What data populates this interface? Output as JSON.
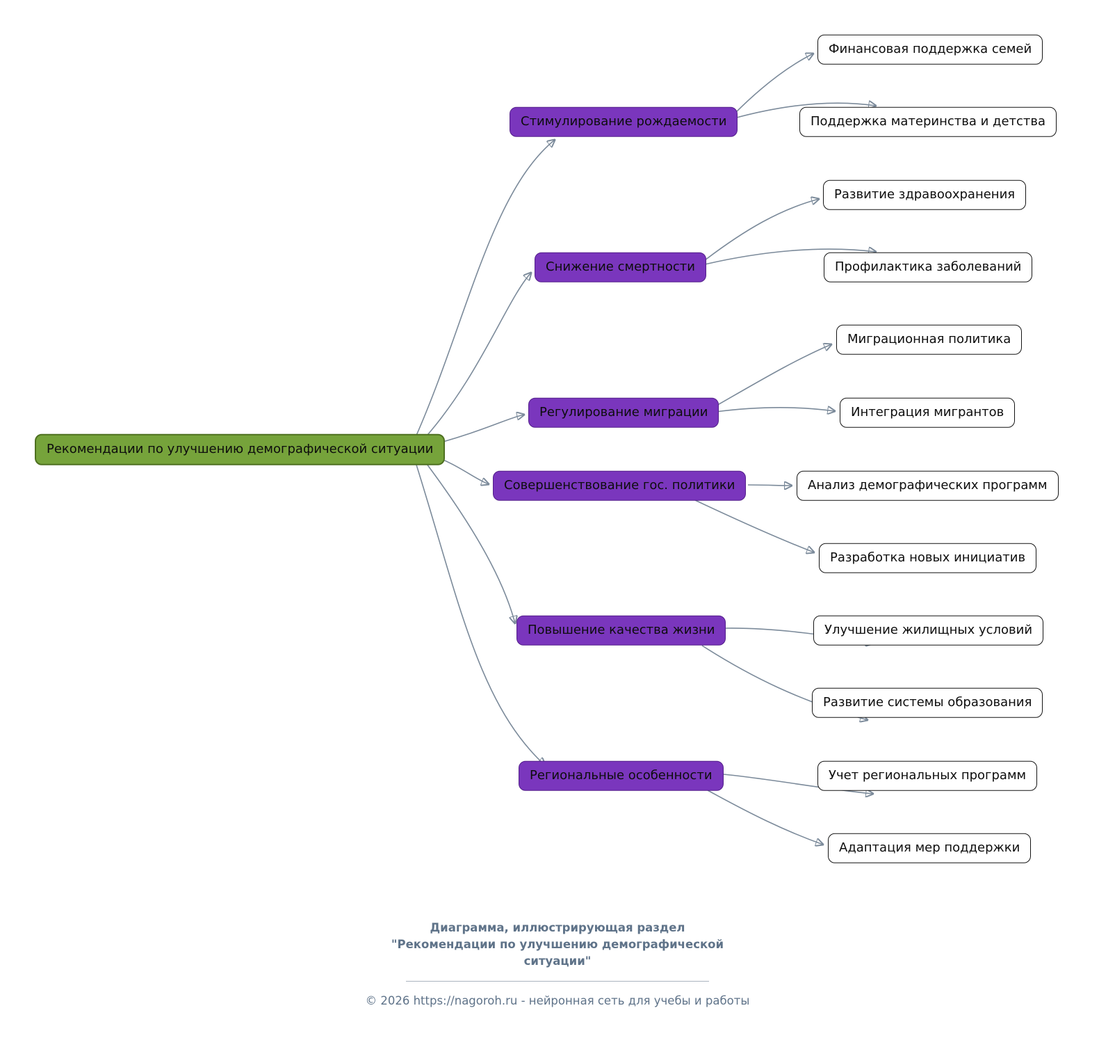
{
  "root": {
    "label": "Рекомендации по улучшению демографической ситуации"
  },
  "branches": [
    {
      "label": "Стимулирование рождаемости",
      "children": [
        {
          "label": "Финансовая поддержка семей"
        },
        {
          "label": "Поддержка материнства и детства"
        }
      ]
    },
    {
      "label": "Снижение смертности",
      "children": [
        {
          "label": "Развитие здравоохранения"
        },
        {
          "label": "Профилактика заболеваний"
        }
      ]
    },
    {
      "label": "Регулирование миграции",
      "children": [
        {
          "label": "Миграционная политика"
        },
        {
          "label": "Интеграция мигрантов"
        }
      ]
    },
    {
      "label": "Совершенствование гос. политики",
      "children": [
        {
          "label": "Анализ демографических программ"
        },
        {
          "label": "Разработка новых инициатив"
        }
      ]
    },
    {
      "label": "Повышение качества жизни",
      "children": [
        {
          "label": "Улучшение жилищных условий"
        },
        {
          "label": "Развитие системы образования"
        }
      ]
    },
    {
      "label": "Региональные особенности",
      "children": [
        {
          "label": "Учет региональных программ"
        },
        {
          "label": "Адаптация мер поддержки"
        }
      ]
    }
  ],
  "footer": {
    "caption_line1": "Диаграмма, иллюстрирующая раздел",
    "caption_line2": "\"Рекомендации по улучшению демографической ситуации\"",
    "copyright": "© 2026 https://nagoroh.ru - нейронная сеть для учебы и работы"
  },
  "colors": {
    "root_fill": "#76a33b",
    "root_border": "#4e7020",
    "branch_fill": "#7a36bd",
    "branch_border": "#531f8a",
    "leaf_fill": "#ffffff",
    "leaf_border": "#141414",
    "edge": "#7b8a9a",
    "footer_text": "#5f7389"
  }
}
